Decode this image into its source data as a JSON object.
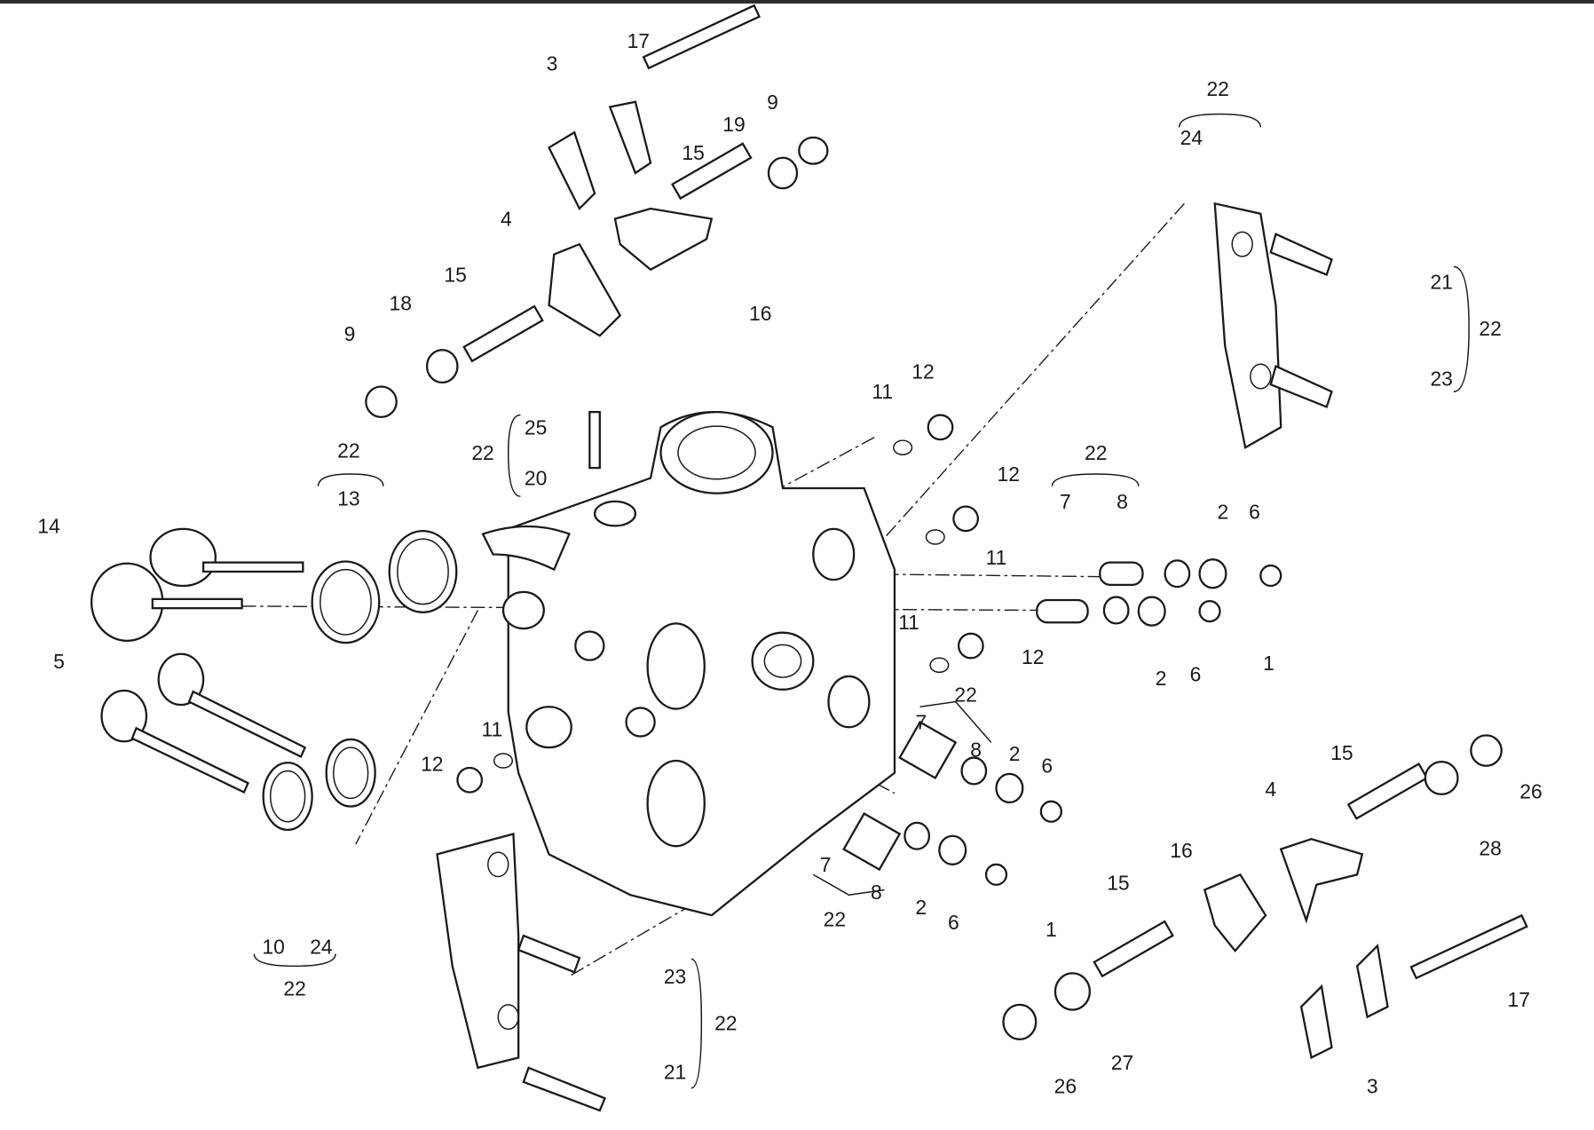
{
  "diagram": {
    "title": "Horizontal cylinder head exploded view",
    "callouts": [
      "17",
      "3",
      "9",
      "19",
      "15",
      "4",
      "16",
      "15",
      "18",
      "9",
      "22",
      "24",
      "21",
      "22",
      "23",
      "12",
      "11",
      "25",
      "22",
      "20",
      "22",
      "13",
      "14",
      "12",
      "22",
      "7",
      "8",
      "2",
      "6",
      "11",
      "12",
      "11",
      "2",
      "6",
      "1",
      "5",
      "22",
      "7",
      "8",
      "2",
      "6",
      "11",
      "12",
      "15",
      "4",
      "26",
      "28",
      "7",
      "8",
      "22",
      "2",
      "6",
      "1",
      "16",
      "15",
      "10",
      "24",
      "22",
      "23",
      "22",
      "21",
      "17",
      "27",
      "26",
      "3"
    ]
  }
}
